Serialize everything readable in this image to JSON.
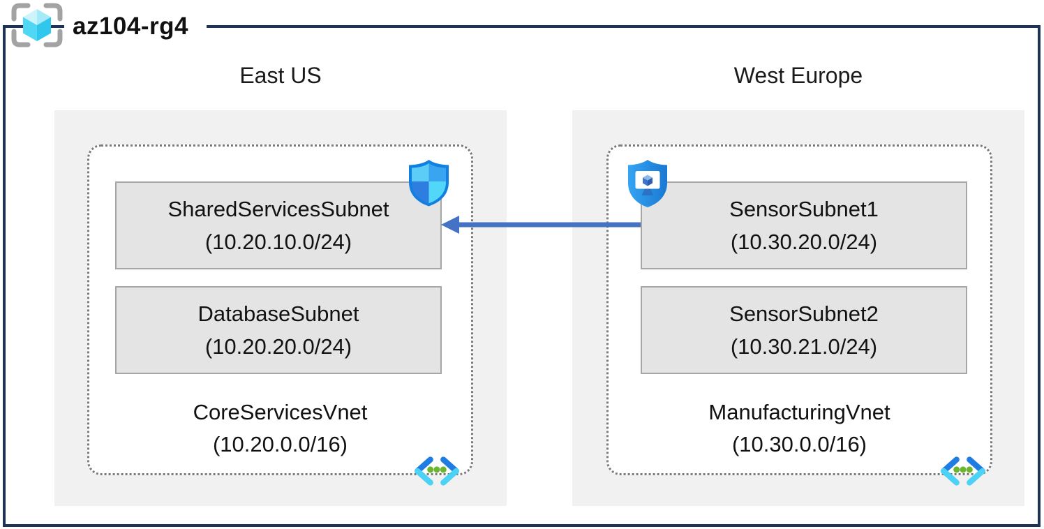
{
  "title": "az104-rg4",
  "regions": [
    {
      "name": "East US",
      "vnet_name": "CoreServicesVnet",
      "vnet_cidr": "(10.20.0.0/16)",
      "subnets": [
        {
          "name": "SharedServicesSubnet",
          "cidr": "(10.20.10.0/24)",
          "security_icon": "network-security-group-shield"
        },
        {
          "name": "DatabaseSubnet",
          "cidr": "(10.20.20.0/24)"
        }
      ]
    },
    {
      "name": "West Europe",
      "vnet_name": "ManufacturingVnet",
      "vnet_cidr": "(10.30.0.0/16)",
      "subnets": [
        {
          "name": "SensorSubnet1",
          "cidr": "(10.30.20.0/24)",
          "security_icon": "application-security-group-shield"
        },
        {
          "name": "SensorSubnet2",
          "cidr": "(10.30.21.0/24)"
        }
      ]
    }
  ],
  "connection": {
    "from": "SensorSubnet1",
    "to": "SharedServicesSubnet",
    "direction": "right-to-left",
    "color": "#4472c4"
  },
  "icons": {
    "resource_group": "resource-group-icon",
    "virtual_network": "virtual-network-icon",
    "nsg": "shield-checkered-icon",
    "asg": "shield-monitor-icon"
  },
  "colors": {
    "frame": "#1e3356",
    "region_bg": "#f1f1f1",
    "subnet_bg": "#e4e4e4",
    "subnet_border": "#a6a6a6",
    "vnet_dotted_border": "#7a7a7a",
    "arrow": "#4472c4"
  }
}
